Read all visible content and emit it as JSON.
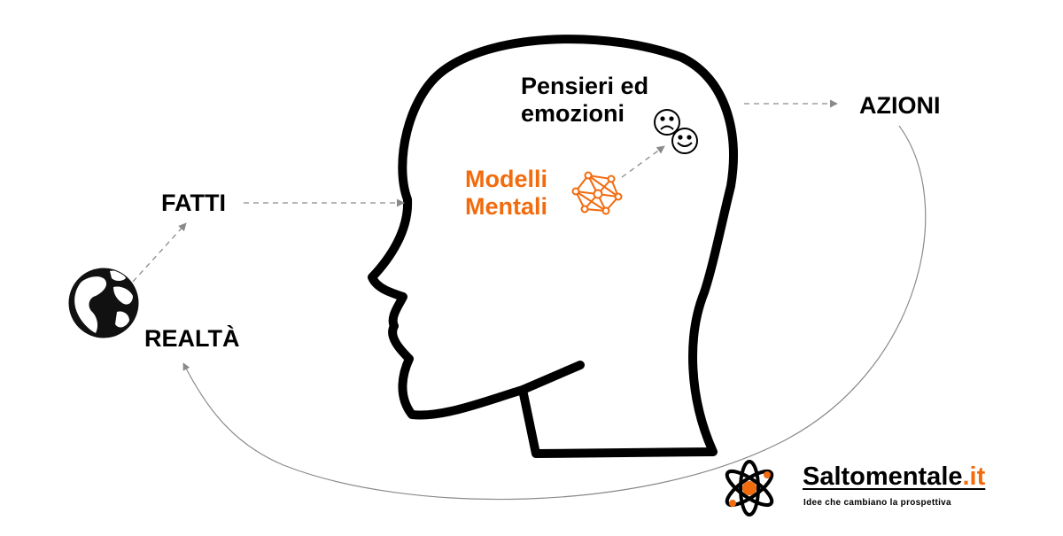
{
  "labels": {
    "fatti": "FATTI",
    "realta": "REALTÀ",
    "azioni": "AZIONI",
    "pensieri_line1": "Pensieri ed",
    "pensieri_line2": "emozioni",
    "modelli_line1": "Modelli",
    "modelli_line2": "Mentali"
  },
  "brand": {
    "name": "Saltomentale",
    "tld": ".it",
    "tagline": "Idee che cambiano la prospettiva"
  },
  "icons": {
    "globe": "globe-icon",
    "network": "network-icon",
    "sad_face": "sad-face-icon",
    "happy_face": "happy-face-icon",
    "atom": "atom-logo-icon",
    "head": "head-silhouette-icon"
  },
  "colors": {
    "accent": "#f26b0d",
    "ink": "#000000",
    "arrow": "#8a8a8a"
  }
}
